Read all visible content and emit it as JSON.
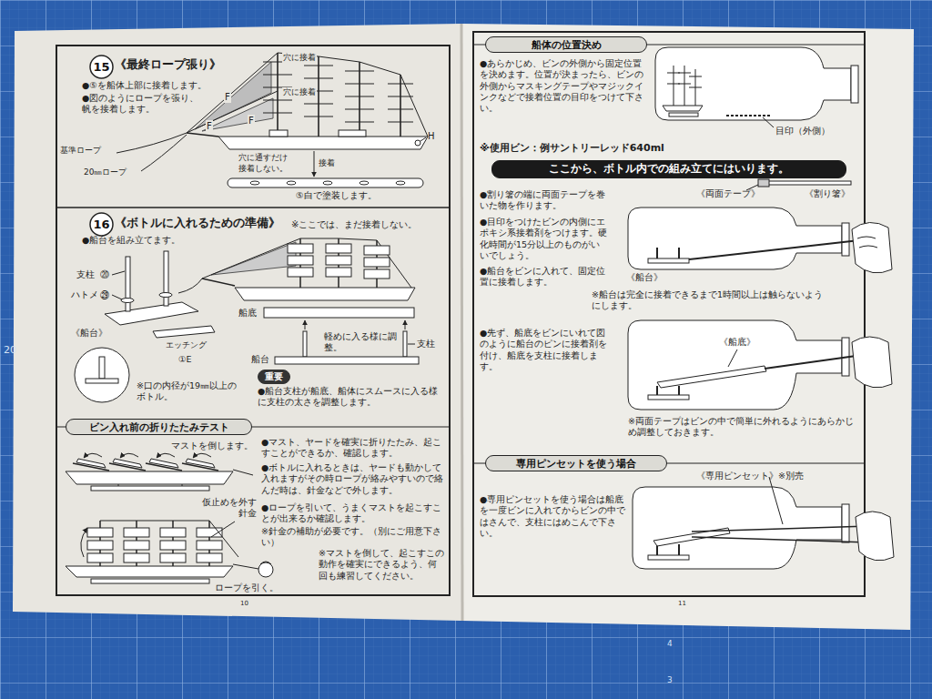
{
  "diagram": {
    "nodes": [
      {
        "text": [
          "15"
        ]
      },
      {
        "text": [
          "16"
        ]
      },
      {
        "text": [
          "ビン入れ前の折りたたみテスト"
        ]
      },
      {
        "text": [
          "重要"
        ]
      },
      {
        "text": [
          "船体の位置決め"
        ]
      },
      {
        "text": [
          "ここから、ボトル内での組み立てにはいります。"
        ]
      },
      {
        "text": [
          "専用ピンセットを使う場合"
        ]
      }
    ],
    "labels": [
      "《最終ロープ張り》",
      "●⑤を船体上部に接着します。",
      "●図のようにロープを張り、帆を接着します。",
      "穴に接着",
      "穴に接着",
      "F",
      "F",
      "F",
      "H",
      "基準ロープ",
      "20㎜ロープ",
      "穴に通すだけ接着しない。",
      "接着",
      "⑤白で塗装します。",
      "《ボトルに入れるための準備》",
      "※ここでは、まだ接着しない。",
      "●船台を組み立てます。",
      "支柱",
      "⑳",
      "ハトメ",
      "㉙",
      "《船台》",
      "エッチング",
      "①E",
      "※口の内径が19㎜以上のボトル。",
      "船底",
      "軽めに入る様に調整。",
      "支柱",
      "船台",
      "●船台支柱が船底、船体にスムースに入る様に支柱の太さを調整します。",
      "マストを倒します。",
      "仮止めを外す",
      "針金",
      "ロープを引く。",
      "●マスト、ヤードを確実に折りたたみ、起こすことができるか、確認します。",
      "●ボトルに入れるときは、ヤードも動かして入れますがその時ロープが絡みやすいので絡んだ時は、針金などで外します。",
      "●ロープを引いて、うまくマストを起こすことが出来るか確認します。",
      "※針金の補助が必要です。（別にご用意下さい）",
      "※マストを倒して、起こすこの動作を確実にできるよう、何回も練習してください。",
      "10",
      "●あらかじめ、ビンの外側から固定位置を決めます。位置が決まったら、ビンの外側からマスキングテープやマジックインクなどで接着位置の目印をつけて下さい。",
      "目印（外側）",
      "※使用ビン：例サントリーレッド640ml",
      "●割り箸の端に両面テープを巻いた物を作ります。",
      "●目印をつけたビンの内側にエポキシ系接着剤をつけます。硬化時間が15分以上のものがいいでしょう。",
      "●船台をビンに入れて、固定位置に接着します。",
      "《両面テープ》",
      "《割り箸》",
      "《船台》",
      "※船台は完全に接着できるまで1時間以上は触らないようにします。",
      "●先ず、船底をビンにいれて図のように船台のピンに接着剤を付け、船底を支柱に接着します。",
      "《船底》",
      "※両面テープはビンの中で簡単に外れるようにあらかじめ調整しておきます。",
      "《専用ピンセット》※別売",
      "●専用ピンセットを使う場合は船底を一度ビンに入れてからビンの中ではさんで、支柱にはめこんで下さい。",
      "11",
      "20",
      "4",
      "3"
    ]
  }
}
